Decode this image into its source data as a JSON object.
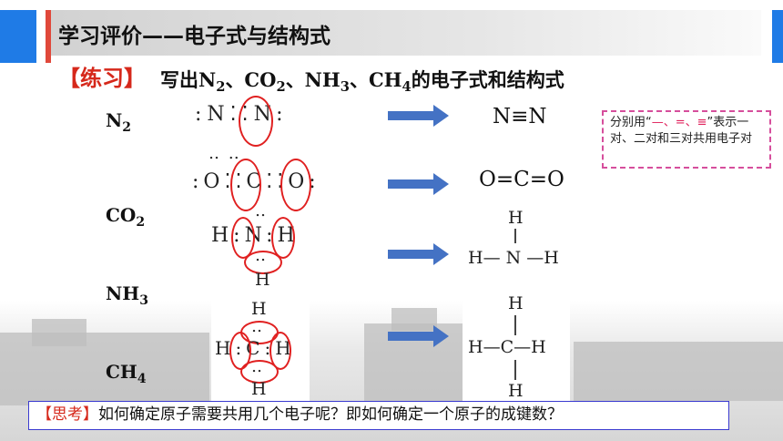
{
  "header": {
    "title": "学习评价——电子式与结构式"
  },
  "practice": {
    "tag": "【练习】",
    "text_a": "写出N",
    "sub_a": "2",
    "text_b": "、CO",
    "sub_b": "2",
    "text_c": "、NH",
    "sub_c": "3",
    "text_d": "、CH",
    "sub_d": "4",
    "text_e": "的电子式和结构式"
  },
  "molecules": [
    {
      "base": "N",
      "sub": "2"
    },
    {
      "base": "CO",
      "sub": "2"
    },
    {
      "base": "NH",
      "sub": "3"
    },
    {
      "base": "CH",
      "sub": "4"
    }
  ],
  "lewis": {
    "n2": ":N⁚⁚N:",
    "co2": ":O⁚⁚C⁚⁚O:",
    "co2_top": "‥         ‥",
    "nh3_row": "H:N:H",
    "nh3_top": "‥",
    "nh3_bottom": "H",
    "nh3_bottom_dots": "‥",
    "ch4_top": "H",
    "ch4_row": "H:C:H",
    "ch4_bottom": "H",
    "ch4_dots": "‥"
  },
  "structures": {
    "n2": "N≡N",
    "co2": "O=C=O",
    "nh3_top": "H",
    "nh3_row": "H— N —H",
    "ch4_top": "H",
    "ch4_row": "H—C—H",
    "ch4_bottom": "H"
  },
  "note": {
    "pre": "分别用“",
    "marks": "—、=、≡",
    "post": "”表示一对、二对和三对共用电子对"
  },
  "think": {
    "tag": "【思考】",
    "text": "如何确定原子需要共用几个电子呢？即如何确定一个原子的成键数？"
  },
  "colors": {
    "accent_blue": "#1f7be6",
    "accent_red": "#e0483a",
    "ring_red": "#e02020",
    "arrow_blue": "#4472c4",
    "note_border": "#d64e9c"
  }
}
